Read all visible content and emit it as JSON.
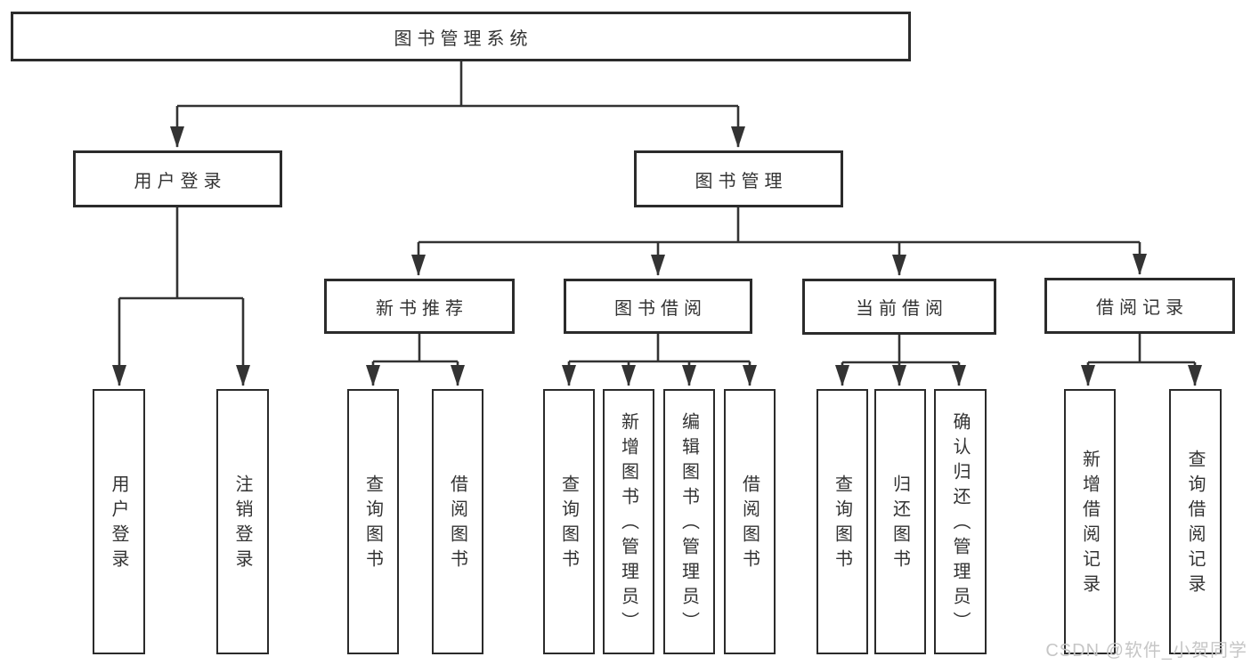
{
  "diagram": {
    "root": {
      "label": "图书管理系统"
    },
    "branches": [
      {
        "label": "用户登录",
        "children": [
          {
            "label": "用户登录"
          },
          {
            "label": "注销登录"
          }
        ]
      },
      {
        "label": "图书管理",
        "children": [
          {
            "label": "新书推荐",
            "children": [
              {
                "label": "查询图书"
              },
              {
                "label": "借阅图书"
              }
            ]
          },
          {
            "label": "图书借阅",
            "children": [
              {
                "label": "查询图书"
              },
              {
                "label": "新增图书（管理员）"
              },
              {
                "label": "编辑图书（管理员）"
              },
              {
                "label": "借阅图书"
              }
            ]
          },
          {
            "label": "当前借阅",
            "children": [
              {
                "label": "查询图书"
              },
              {
                "label": "归还图书"
              },
              {
                "label": "确认归还（管理员）"
              }
            ]
          },
          {
            "label": "借阅记录",
            "children": [
              {
                "label": "新增借阅记录"
              },
              {
                "label": "查询借阅记录"
              }
            ]
          }
        ]
      }
    ]
  },
  "colors": {
    "line": "#333333",
    "box_border": "#2b2b2b",
    "text": "#333333",
    "watermark": "#c6c6c6",
    "background": "#ffffff"
  },
  "watermark": {
    "text": "CSDN @软件_小贺同学"
  }
}
